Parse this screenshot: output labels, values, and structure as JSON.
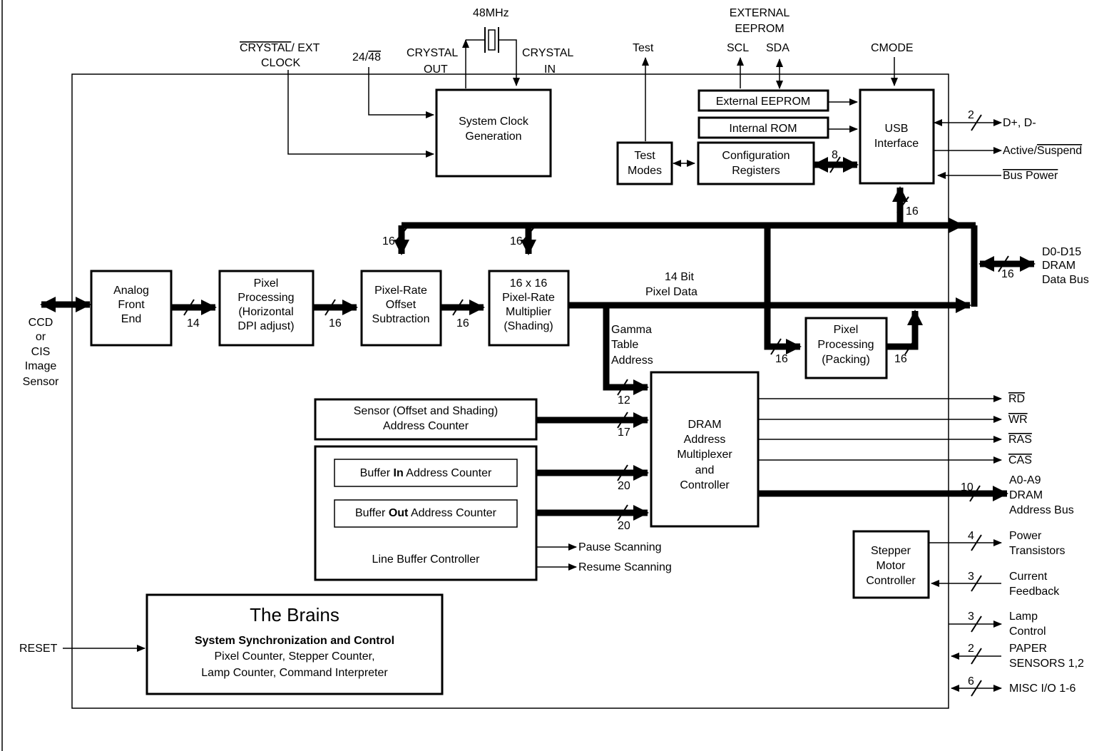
{
  "blocks": {
    "analog_front_end": [
      "Analog",
      "Front",
      "End"
    ],
    "pixel_processing_h": [
      "Pixel",
      "Processing",
      "(Horizontal",
      "DPI adjust)"
    ],
    "offset_subtraction": [
      "Pixel-Rate",
      "Offset",
      "Subtraction"
    ],
    "multiplier": [
      "16 x 16",
      "Pixel-Rate",
      "Multiplier",
      "(Shading)"
    ],
    "pixel_packing": [
      "Pixel",
      "Processing",
      "(Packing)"
    ],
    "system_clock": [
      "System Clock",
      "Generation"
    ],
    "test_modes": [
      "Test",
      "Modes"
    ],
    "config_registers": [
      "Configuration",
      "Registers"
    ],
    "external_eeprom": "External EEPROM",
    "internal_rom": "Internal ROM",
    "usb_interface": [
      "USB",
      "Interface"
    ],
    "dram_controller": [
      "DRAM",
      "Address",
      "Multiplexer",
      "and",
      "Controller"
    ],
    "sensor_counter": [
      "Sensor (Offset and Shading)",
      "Address Counter"
    ],
    "buffer_in": {
      "pre": "Buffer ",
      "bold": "In",
      "post": " Address Counter"
    },
    "buffer_out": {
      "pre": "Buffer ",
      "bold": "Out",
      "post": " Address Counter"
    },
    "line_buffer_controller": "Line Buffer Controller",
    "stepper_controller": [
      "Stepper",
      "Motor",
      "Controller"
    ],
    "brains": {
      "title": "The Brains",
      "subtitle": "System Synchronization and Control",
      "lines": [
        "Pixel Counter, Stepper Counter,",
        "Lamp Counter, Command Interpreter"
      ]
    }
  },
  "signals": {
    "crystal_ext": {
      "crystal": "CRYSTAL",
      "rest": "/ EXT",
      "clock": "CLOCK"
    },
    "sel_24_48": {
      "a": "24/",
      "b": "48"
    },
    "crystal_out": [
      "CRYSTAL",
      "OUT"
    ],
    "crystal_in": [
      "CRYSTAL",
      "IN"
    ],
    "freq": "48MHz",
    "test": "Test",
    "external_eeprom_header": [
      "EXTERNAL",
      "EEPROM"
    ],
    "scl": "SCL",
    "sda": "SDA",
    "cmode": "CMODE",
    "dplus_dminus": "D+, D-",
    "active_suspend": {
      "a": "Active/",
      "b": "Suspend"
    },
    "bus_power": "Bus Power",
    "dram_data_bus": [
      "D0-D15",
      "DRAM",
      "Data Bus"
    ],
    "ccd_sensor": [
      "CCD",
      "or",
      "CIS",
      "Image",
      "Sensor"
    ],
    "pixel_data": [
      "14 Bit",
      "Pixel Data"
    ],
    "gamma": [
      "Gamma",
      "Table",
      "Address"
    ],
    "rd": "RD",
    "wr": "WR",
    "ras": "RAS",
    "cas": "CAS",
    "dram_addr_bus": [
      "A0-A9",
      "DRAM",
      "Address Bus"
    ],
    "pause_scanning": "Pause Scanning",
    "resume_scanning": "Resume Scanning",
    "power_transistors": [
      "Power",
      "Transistors"
    ],
    "current_feedback": [
      "Current",
      "Feedback"
    ],
    "lamp_control": [
      "Lamp",
      "Control"
    ],
    "paper_sensors": [
      "PAPER",
      "SENSORS 1,2"
    ],
    "misc_io": "MISC I/O 1-6",
    "reset": "RESET"
  },
  "bus_widths": {
    "afe_out": "14",
    "pp_out": "16",
    "offset_out": "16",
    "config_usb": "8",
    "usb_bus": "16",
    "offset_in": "16",
    "mult_in": "16",
    "dram_data": "16",
    "pack_in": "16",
    "pack_out": "16",
    "gamma": "12",
    "sensor_cnt": "17",
    "buf_in": "20",
    "buf_out": "20",
    "dram_addr": "10",
    "dplus": "2",
    "power": "4",
    "current": "3",
    "lamp": "3",
    "paper": "2",
    "misc": "6"
  }
}
